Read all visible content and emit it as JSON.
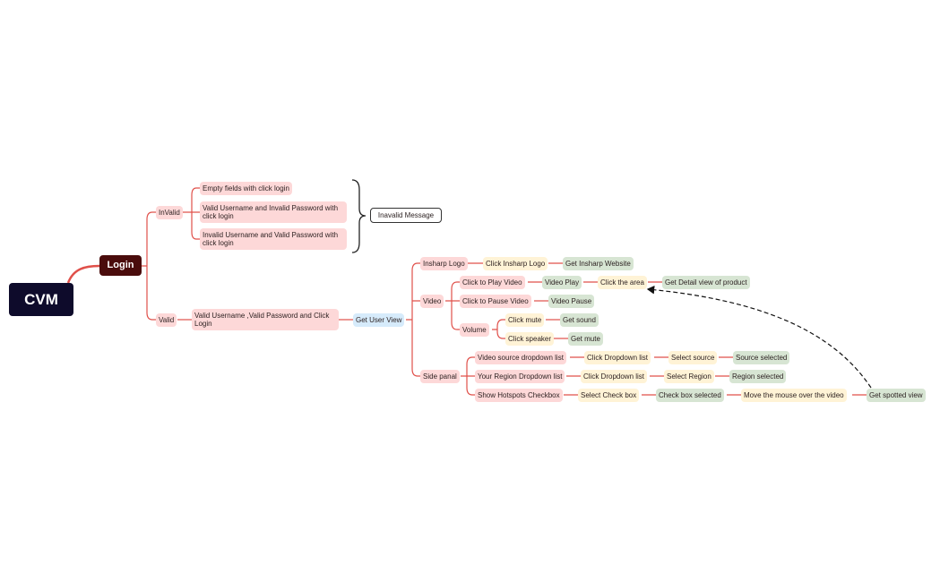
{
  "mindmap": {
    "root": "CVM",
    "login": "Login",
    "invalid": {
      "label": "InValid",
      "cases": [
        "Empty fields with click login",
        "Valid Username and Invalid Password with click login",
        "Invalid Username and Valid Password with click login"
      ],
      "summary": "Inavalid Message"
    },
    "valid": {
      "label": "Valid",
      "action": "Valid Username ,Valid Password and Click Login",
      "result": "Get User View"
    },
    "user_view": {
      "logo": {
        "label": "Insharp Logo",
        "action": "Click Insharp Logo",
        "result": "Get Insharp Website"
      },
      "video": {
        "label": "Video",
        "play": {
          "label": "Click to Play Video",
          "result": "Video Play",
          "action": "Click the area",
          "detail": "Get Detail view of product"
        },
        "pause": {
          "label": "Click to Pause Video",
          "result": "Video Pause"
        },
        "volume": {
          "label": "Volume",
          "mute": {
            "label": "Click mute",
            "result": "Get sound"
          },
          "speaker": {
            "label": "Click speaker",
            "result": "Get mute"
          }
        }
      },
      "side_panel": {
        "label": "Side panal",
        "source": {
          "label": "Video source dropdown list",
          "action": "Click Dropdown list",
          "select": "Select source",
          "result": "Source selected"
        },
        "region": {
          "label": "Your Region Dropdown list",
          "action": "Click Dropdown list",
          "select": "Select Region",
          "result": "Region selected"
        },
        "hotspots": {
          "label": "Show Hotspots Checkbox",
          "action": "Select Check box",
          "selected": "Check box selected",
          "move": "Move the mouse over the video",
          "result": "Get spotted view"
        }
      }
    },
    "colors": {
      "branch_line": "#e0504a",
      "root_bg": "#0e0b2b",
      "login_bg": "#4a0c0c",
      "pink": "#fdd8d8",
      "yellow": "#fff3d6",
      "green": "#d7e5d3",
      "blue": "#d6ebfb"
    }
  }
}
